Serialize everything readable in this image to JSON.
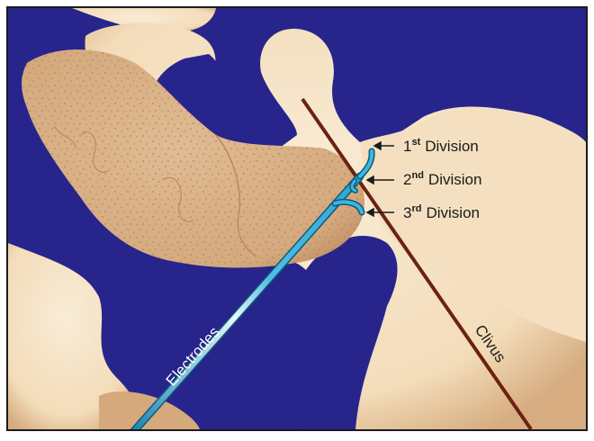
{
  "labels": {
    "first": {
      "num": "1",
      "sup": "st",
      "word": "Division"
    },
    "second": {
      "num": "2",
      "sup": "nd",
      "word": "Division"
    },
    "third": {
      "num": "3",
      "sup": "rd",
      "word": "Division"
    },
    "electrodes": "Electrodes",
    "clivus": "Clivus"
  },
  "colors": {
    "background": "#27248c",
    "bone": "#f4e0c1",
    "bone_shadow": "#d9b388",
    "ganglion": "#d9b188",
    "ganglion_dots": "#b8875d",
    "clivus_line": "#6b2210",
    "electrode": "#2aa6d3",
    "electrode_dark": "#0e5a79",
    "label_text": "#1a1a1a",
    "electrode_label": "#ffffff"
  }
}
